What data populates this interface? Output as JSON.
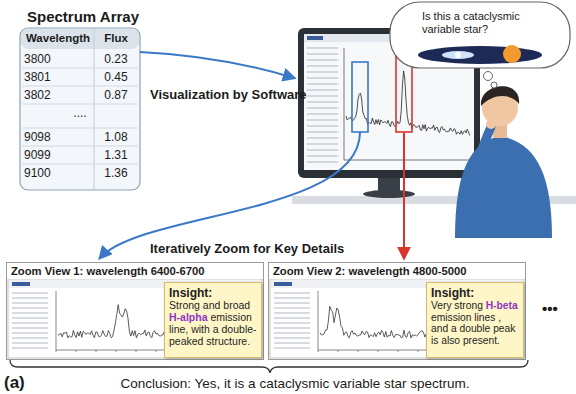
{
  "diagram": {
    "caption": "Conclusion: Yes, it is a cataclysmic variable star spectrum.",
    "nodes": [
      {
        "text": [
          "Spectrum Array"
        ]
      },
      {
        "text": [
          "Is this a cataclysmic variable star?"
        ]
      },
      {
        "text": [
          "Zoom View 1: wavelength 6400-6700"
        ]
      },
      {
        "text": [
          "Insight:",
          "Strong and broad",
          "H-alpha",
          "emission line, with a double-peaked structure."
        ],
        "in": 2
      },
      {
        "text": [
          "Zoom View 2: wavelength 4800-5000"
        ]
      },
      {
        "text": [
          "Insight:",
          "Very strong",
          "H-beta",
          "emission lines , and a double peak is also present."
        ],
        "in": 4
      }
    ],
    "labels": [
      "Wavelength",
      "Flux",
      "3800",
      "0.23",
      "3801",
      "0.45",
      "3802",
      "0.87",
      "....",
      "9098",
      "1.08",
      "9099",
      "1.31",
      "9100",
      "1.36",
      "Visualization by Software",
      "Iteratively Zoom for Key Details",
      "•••",
      "(a)"
    ]
  }
}
